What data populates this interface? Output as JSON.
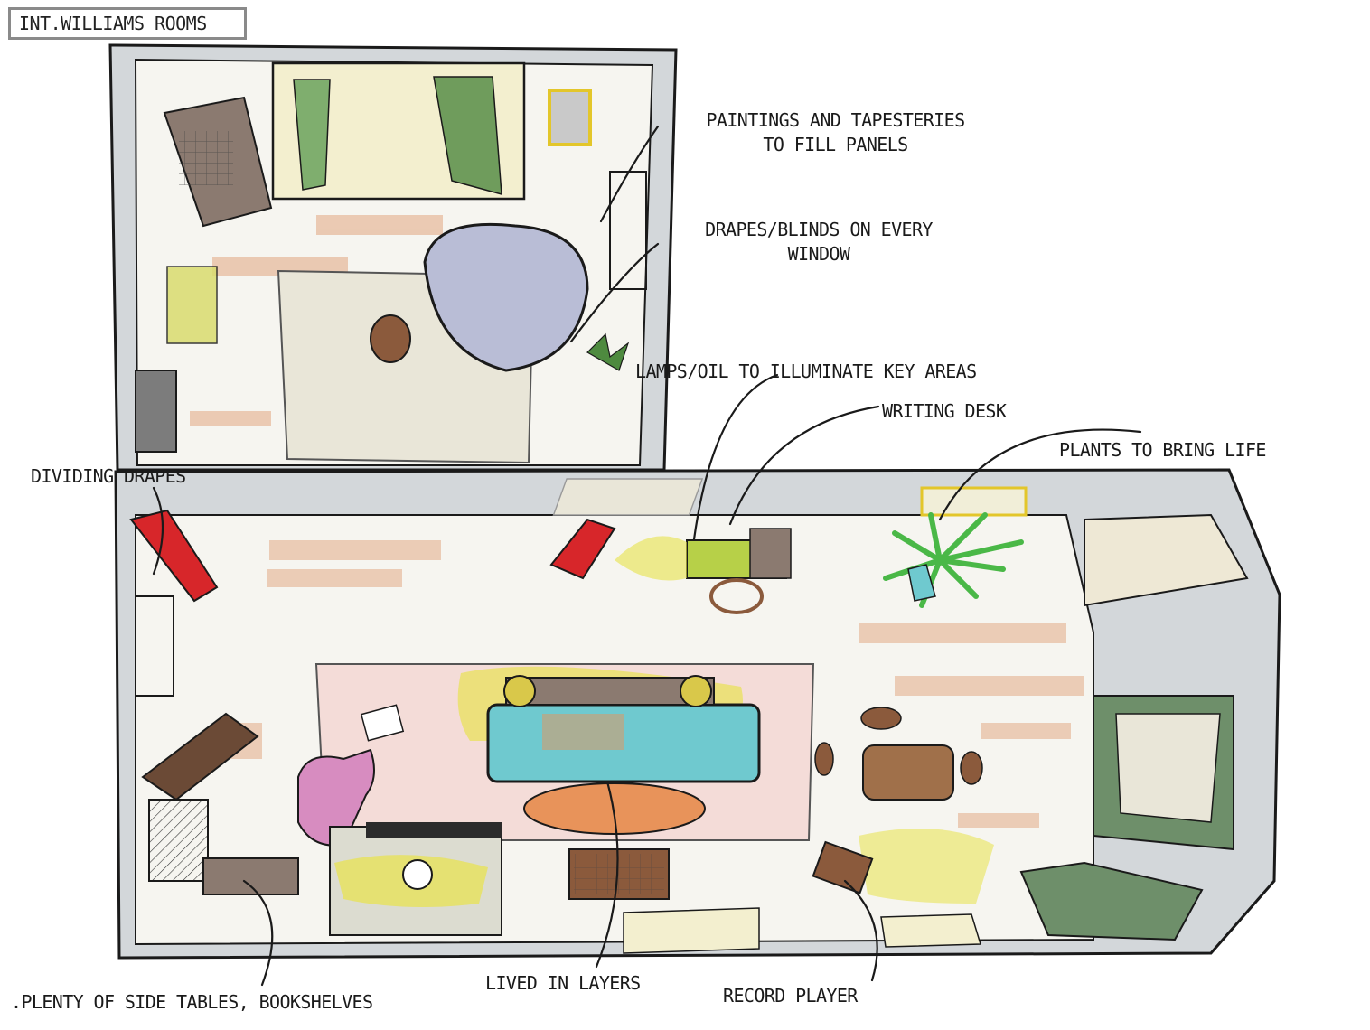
{
  "title": "INT.WILLIAMS ROOMS",
  "annotations": {
    "paintings": {
      "line1": "PAINTINGS AND TAPESTERIES",
      "line2": "TO FILL PANELS"
    },
    "drapes_blinds": {
      "line1": "DRAPES/BLINDS ON EVERY",
      "line2": "WINDOW"
    },
    "lamps": "LAMPS/OIL TO ILLUMINATE KEY AREAS",
    "writing_desk": "WRITING DESK",
    "plants": "PLANTS TO BRING LIFE",
    "dividing_drapes": "DIVIDING DRAPES",
    "side_tables": ".PLENTY OF SIDE TABLES, BOOKSHELVES",
    "lived_in": "LIVED IN LAYERS",
    "record_player": "RECORD PLAYER"
  },
  "colors": {
    "ink": "#1a1a1a",
    "wall_grey": "#d3d7da",
    "floor_peach": "#e9c2a8",
    "rug_cream": "#e9e6d8",
    "rug_pink": "#f4dcd8",
    "accent_red": "#d7262a",
    "accent_yellow": "#e8e24a",
    "accent_green": "#5fbf4f",
    "accent_teal": "#6fc9cf",
    "accent_orange": "#e8935a",
    "accent_pink": "#d78cc0"
  }
}
